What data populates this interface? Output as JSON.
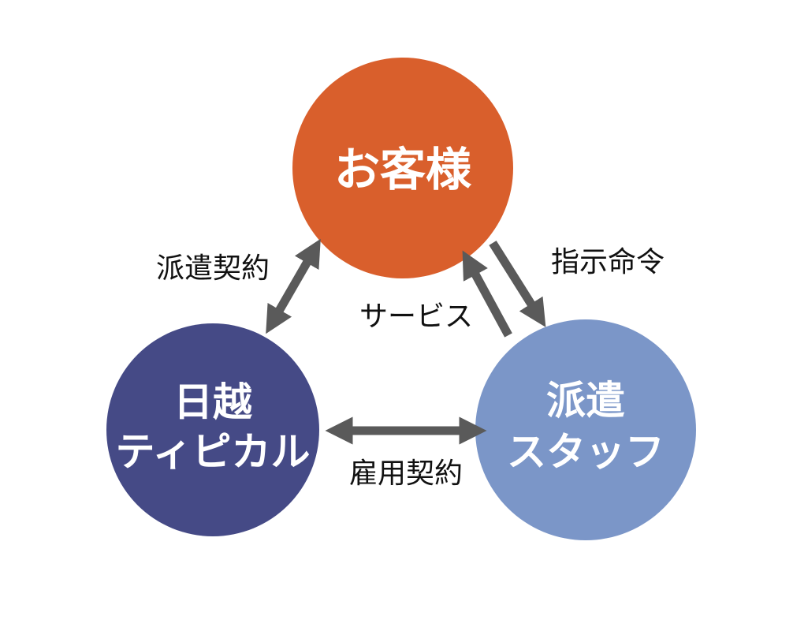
{
  "nodes": {
    "customer": {
      "label": "お客様",
      "color": "#d95f2c"
    },
    "company": {
      "lines": [
        "日越",
        "ティピカル"
      ],
      "color": "#454a86"
    },
    "staff": {
      "lines": [
        "派遣",
        "スタッフ"
      ],
      "color": "#7b96c8"
    }
  },
  "edges": {
    "dispatch_contract": "派遣契約",
    "instruction": "指示命令",
    "service": "サービス",
    "employment_contract": "雇用契約"
  },
  "arrow_color": "#5a5a5a"
}
